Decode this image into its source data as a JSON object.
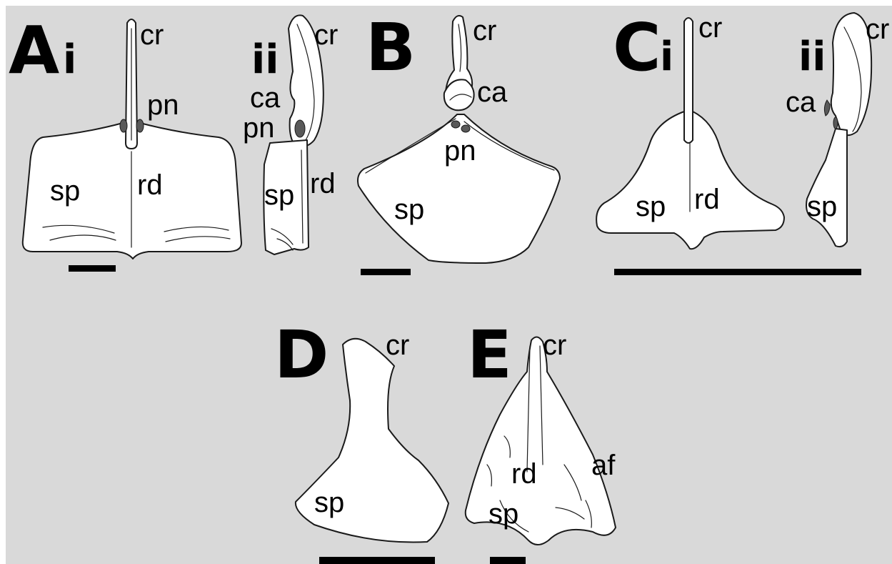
{
  "colors": {
    "background": "#d9d9d9",
    "bone_fill": "#ffffff",
    "outline": "#1a1a1a",
    "foramen": "#595959",
    "scale_bar": "#000000"
  },
  "panels": {
    "A": {
      "letter": "A",
      "view_i": "i",
      "view_ii": "ii",
      "labels_i": {
        "cr": "cr",
        "pn": "pn",
        "sp": "sp",
        "rd": "rd"
      },
      "labels_ii": {
        "cr": "cr",
        "ca": "ca",
        "pn": "pn",
        "sp": "sp",
        "rd": "rd"
      }
    },
    "B": {
      "letter": "B",
      "labels": {
        "cr": "cr",
        "ca": "ca",
        "pn": "pn",
        "sp": "sp"
      }
    },
    "C": {
      "letter": "C",
      "view_i": "i",
      "view_ii": "ii",
      "labels_i": {
        "cr": "cr",
        "sp": "sp",
        "rd": "rd"
      },
      "labels_ii": {
        "cr": "cr",
        "ca": "ca",
        "sp": "sp"
      }
    },
    "D": {
      "letter": "D",
      "labels": {
        "cr": "cr",
        "sp": "sp"
      }
    },
    "E": {
      "letter": "E",
      "labels": {
        "cr": "cr",
        "rd": "rd",
        "af": "af",
        "sp": "sp"
      }
    }
  }
}
